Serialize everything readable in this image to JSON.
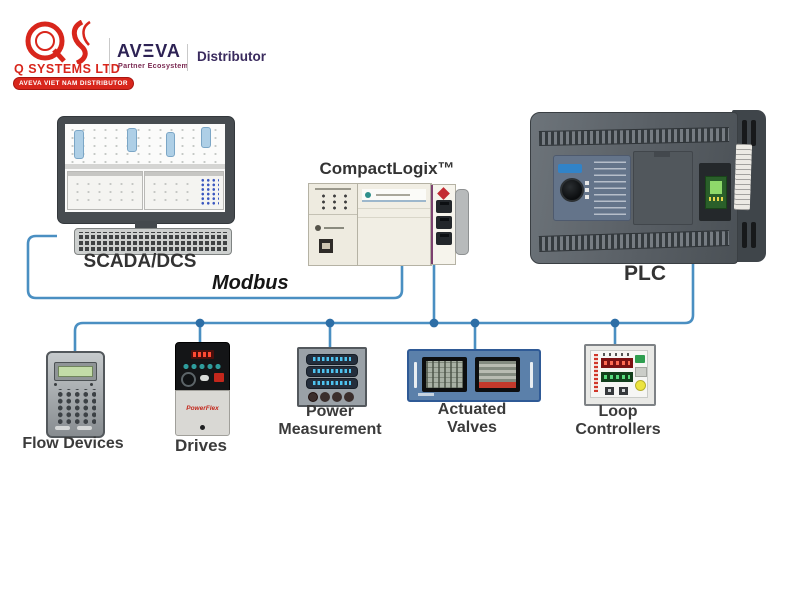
{
  "header": {
    "company": "Q SYSTEMS LTD",
    "badge": "AVEVA VIET NAM DISTRIBUTOR",
    "aveva": {
      "name": "AVΞVA",
      "tagline": "Partner Ecosystem",
      "role": "Distributor"
    }
  },
  "diagram": {
    "labels": {
      "scada": "SCADA/DCS",
      "bus": "Modbus",
      "controller": "CompactLogix™",
      "plc": "PLC",
      "flow": "Flow Devices",
      "drives": "Drives",
      "power": "Power Measurement",
      "valves": "Actuated Valves",
      "loop": "Loop Controllers"
    },
    "devices": {
      "drive_brand": "PowerFlex"
    },
    "colors": {
      "bus_line": "#4a8fc2",
      "junction_dot": "#2d6ea6",
      "label_text": "#3b3b3b",
      "brand_red": "#d8261c",
      "aveva_purple": "#2d2254",
      "valve_panel_blue": "#5b80aa"
    }
  }
}
